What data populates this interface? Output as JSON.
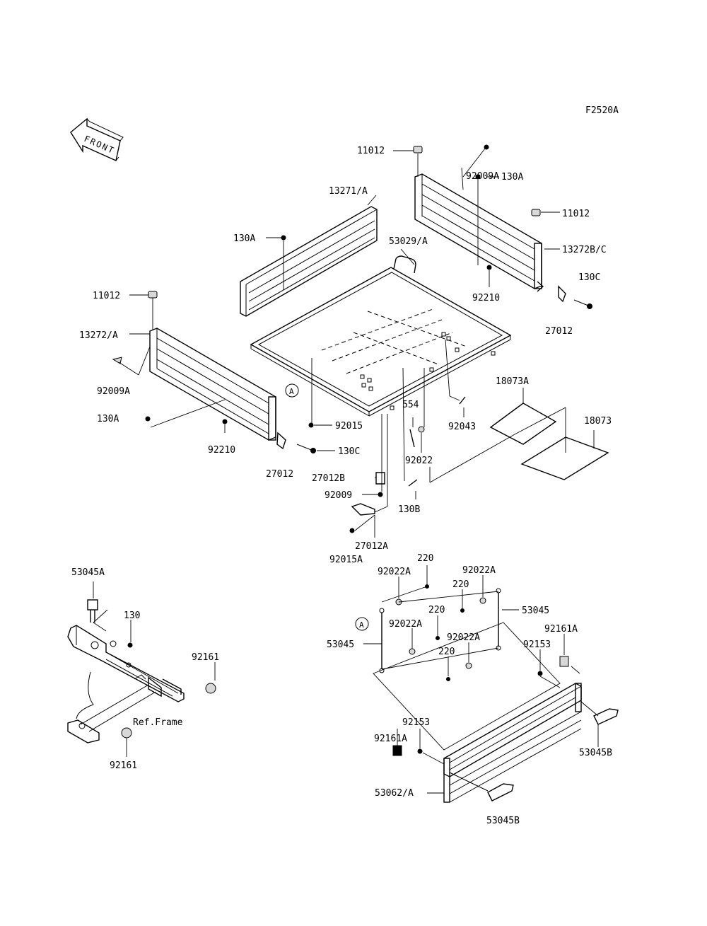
{
  "figure_code": "F2520A",
  "direction_label": "FRONT",
  "callouts": {
    "c_11012_top": "11012",
    "c_92009A_top": "92009A",
    "c_130A_rt": "130A",
    "c_11012_rt": "11012",
    "c_13272BC": "13272B/C",
    "c_130C_rt": "130C",
    "c_92210_rt": "92210",
    "c_27012_rt": "27012",
    "c_13271A": "13271/A",
    "c_130A_mid": "130A",
    "c_53029A": "53029/A",
    "c_11012_left": "11012",
    "c_13272A": "13272/A",
    "c_92009A_left": "92009A",
    "c_130A_left": "130A",
    "c_92210_left": "92210",
    "c_27012_left": "27012",
    "c_130C_left": "130C",
    "c_92015": "92015",
    "c_554": "554",
    "c_92043": "92043",
    "c_92022": "92022",
    "c_18073A": "18073A",
    "c_18073": "18073",
    "c_27012B": "27012B",
    "c_92009": "92009",
    "c_130B": "130B",
    "c_27012A": "27012A",
    "c_92015A": "92015A",
    "c_53045A": "53045A",
    "c_130_lower": "130",
    "c_92161_rt": "92161",
    "c_ref_frame": "Ref.Frame",
    "c_92161_bot": "92161",
    "c_220_a": "220",
    "c_92022A_a": "92022A",
    "c_92022A_b": "92022A",
    "c_220_b": "220",
    "c_53045_rt": "53045",
    "c_220_c": "220",
    "c_92022A_c": "92022A",
    "c_53045_left": "53045",
    "c_92022A_d": "92022A",
    "c_220_d": "220",
    "c_92161A_rt": "92161A",
    "c_92153_rt": "92153",
    "c_92153_bot": "92153",
    "c_92161A_bot": "92161A",
    "c_53062A": "53062/A",
    "c_53045B_rt": "53045B",
    "c_53045B_bot": "53045B",
    "c_ref_A_upper": "A",
    "c_ref_A_lower": "A"
  }
}
